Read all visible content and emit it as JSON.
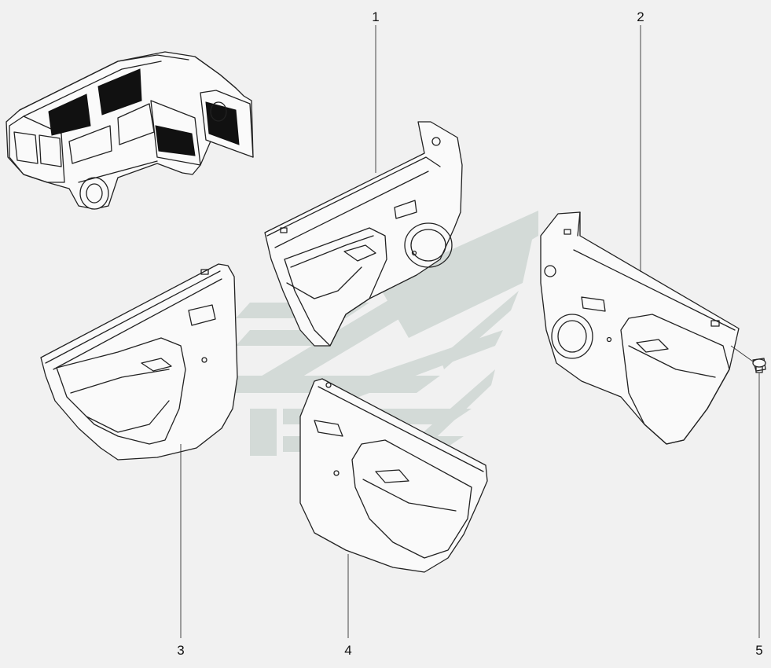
{
  "callouts": [
    "1",
    "2",
    "3",
    "4",
    "5"
  ],
  "colors": {
    "background": "#f1f1f1",
    "watermark": "#c9d3cf",
    "line": "#222222"
  }
}
